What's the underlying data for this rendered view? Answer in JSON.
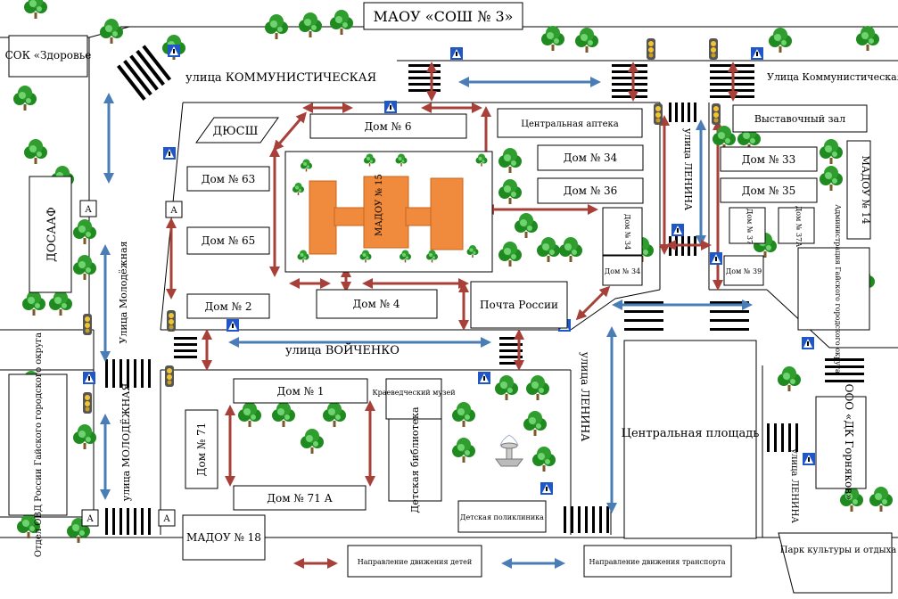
{
  "colors": {
    "tree_dark": "#1f8a1f",
    "tree_light": "#55c455",
    "kindergarten": "#f08a3c",
    "child_arrow": "#a8403a",
    "traffic_arrow": "#4a7db6",
    "sign_blue": "#1f57c8"
  },
  "labels": {
    "school": "МАОУ «СОШ № 3»",
    "sok": "СОК «Здоровье",
    "street_kommun_1": "улица КОММУНИСТИЧЕСКАЯ",
    "street_kommun_2": "Улица Коммунистическая",
    "dyush": "ДЮСШ",
    "dom6": "Дом № 6",
    "apteka": "Центральная аптека",
    "vystavochny": "Выставочный зал",
    "dom63": "Дом № 63",
    "dom65": "Дом № 65",
    "dom2": "Дом № 2",
    "dom4": "Дом № 4",
    "madou15": "МАДОУ № 15",
    "dom34a": "Дом № 34",
    "dom36": "Дом № 36",
    "dom34b": "Дом № 34",
    "dom34c": "Дом № 34",
    "pochta": "Почта России",
    "lenina_top": "улица ЛЕНИНА",
    "dom33": "Дом № 33",
    "dom35": "Дом № 35",
    "dom37": "Дом № 37",
    "dom37a": "Дом № 37А",
    "dom39": "Дом № 39",
    "madou14": "МАДОУ № 14",
    "admin": "Администрация Гайского городского округа",
    "dosaaf": "ДОСААФ",
    "molod_1": "Улица Молодёжная",
    "molod_2": "улица МОЛОДЁЖНАЯ",
    "voychenko": "улица ВОЙЧЕНКО",
    "dom1": "Дом № 1",
    "muzey": "Краеведческий музей",
    "dom71": "Дом № 71",
    "biblio": "Детская библиотека",
    "dom71a": "Дом № 71 А",
    "lenina_mid": "улица ЛЕНИНА",
    "ploshad": "Центральная площадь",
    "dk": "ООО «ДК Горняков»",
    "lenina_right": "улица ЛЕНИНА",
    "ovd": "Отдел ОВД России Гайского городского округа",
    "madou18": "МАДОУ № 18",
    "poliklinika": "Детская поликлиника",
    "park": "Парк культуры и отдыха",
    "sign_a": "А"
  },
  "legend": {
    "children": "Направление движения детей",
    "transport": "Направление движения транспорта"
  }
}
